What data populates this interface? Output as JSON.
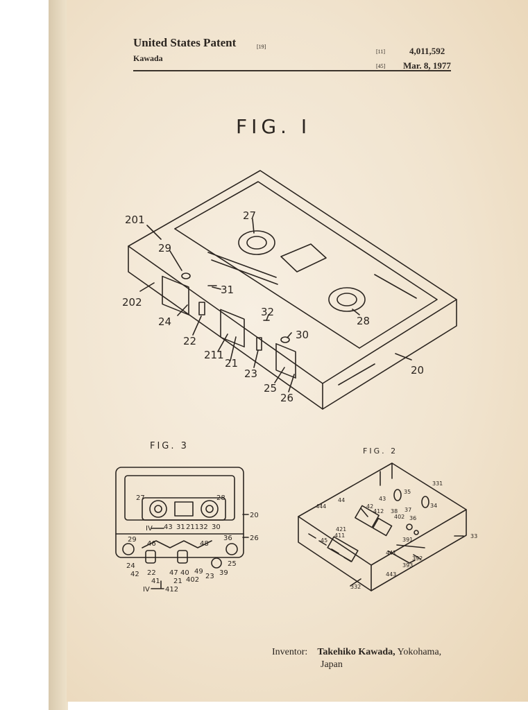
{
  "header": {
    "title": "United States Patent",
    "title_tag": "[19]",
    "inventor_short": "Kawada",
    "patent_no_tag": "[11]",
    "patent_no": "4,011,592",
    "date_tag": "[45]",
    "date": "Mar. 8, 1977"
  },
  "figures": {
    "fig1_caption": "FIG. I",
    "fig2_caption": "FIG. 2",
    "fig3_caption": "FIG. 3"
  },
  "fig1_labels": [
    "201",
    "27",
    "29",
    "31",
    "202",
    "32",
    "24",
    "28",
    "30",
    "22",
    "211",
    "21",
    "23",
    "25",
    "26",
    "20"
  ],
  "fig3_labels": [
    "27",
    "28",
    "20",
    "IV",
    "43",
    "31",
    "211",
    "32",
    "30",
    "29",
    "46",
    "48",
    "36",
    "26",
    "24",
    "22",
    "47",
    "40",
    "49",
    "25",
    "42",
    "21",
    "402",
    "23",
    "39",
    "41",
    "IV",
    "412"
  ],
  "fig2_labels": [
    "331",
    "35",
    "43",
    "34",
    "444",
    "44",
    "42",
    "412",
    "38",
    "37",
    "402",
    "36",
    "421",
    "411",
    "45",
    "391",
    "33",
    "441",
    "392",
    "393",
    "443",
    "332"
  ],
  "inventor": {
    "label": "Inventor:",
    "name": "Takehiko Kawada,",
    "city": "Yokohama,",
    "country": "Japan"
  },
  "colors": {
    "paper": "#f3e8d6",
    "ink": "#2b2520"
  }
}
